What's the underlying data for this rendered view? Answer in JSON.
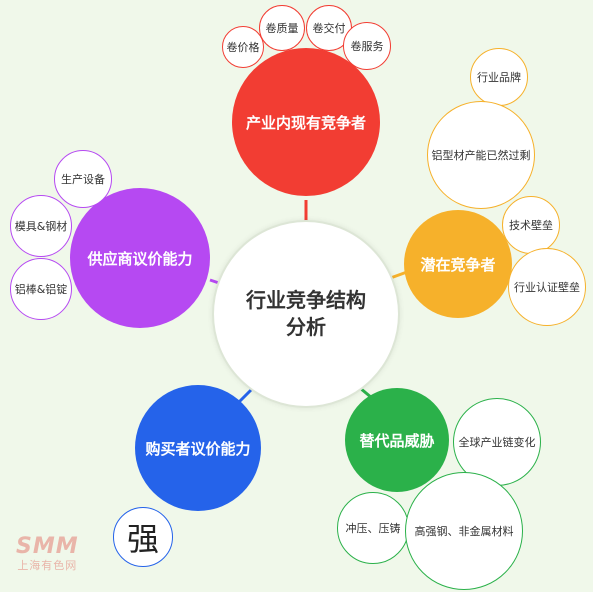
{
  "center": {
    "title": "行业竞争结构分析"
  },
  "colors": {
    "red": "#f23d33",
    "orange": "#f6b12b",
    "green": "#2bb14a",
    "blue": "#2563ea",
    "purple": "#b649f2"
  },
  "nodes": {
    "existing": {
      "label": "产业内现有竞争者",
      "children": [
        "卷价格",
        "卷质量",
        "卷交付",
        "卷服务"
      ]
    },
    "potential": {
      "label": "潜在竞争者",
      "children": [
        "行业品牌",
        "铝型材产能已然过剩",
        "技术壁垒",
        "行业认证壁垒"
      ]
    },
    "substitute": {
      "label": "替代品威胁",
      "children": [
        "全球产业链变化",
        "冲压、压铸",
        "高强钢、非金属材料"
      ]
    },
    "buyer": {
      "label": "购买者议价能力",
      "children": [
        "强"
      ]
    },
    "supplier": {
      "label": "供应商议价能力",
      "children": [
        "生产设备",
        "模具&钢材",
        "铝棒&铝锭"
      ]
    }
  },
  "logo": {
    "mark": "SMM",
    "sub": "上海有色网"
  }
}
